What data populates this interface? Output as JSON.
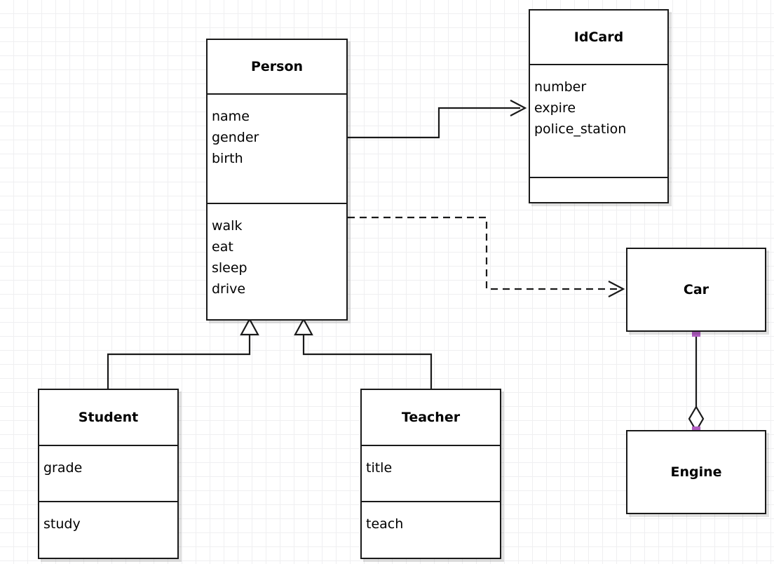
{
  "diagram": {
    "type": "uml-class-diagram",
    "background": "#ffffff",
    "grid_color": "#efeff1",
    "line_color": "#1a1a1a",
    "endpoint_marker_color": "#b05cc0",
    "classes": [
      {
        "id": "person",
        "name": "Person",
        "attributes": [
          "name",
          "gender",
          "birth"
        ],
        "operations": [
          "walk",
          "eat",
          "sleep",
          "drive"
        ]
      },
      {
        "id": "idcard",
        "name": "IdCard",
        "attributes": [
          "number",
          "expire",
          "police_station"
        ],
        "operations": []
      },
      {
        "id": "student",
        "name": "Student",
        "attributes": [
          "grade"
        ],
        "operations": [
          "study"
        ]
      },
      {
        "id": "teacher",
        "name": "Teacher",
        "attributes": [
          "title"
        ],
        "operations": [
          "teach"
        ]
      },
      {
        "id": "car",
        "name": "Car",
        "attributes": [],
        "operations": []
      },
      {
        "id": "engine",
        "name": "Engine",
        "attributes": [],
        "operations": []
      }
    ],
    "relationships": [
      {
        "id": "person-idcard",
        "kind": "association",
        "from": "person",
        "to": "idcard",
        "style": "solid",
        "arrowhead": "open-arrow"
      },
      {
        "id": "person-car",
        "kind": "dependency",
        "from": "person",
        "to": "car",
        "style": "dashed",
        "arrowhead": "open-arrow"
      },
      {
        "id": "student-person",
        "kind": "generalization",
        "from": "student",
        "to": "person",
        "style": "solid",
        "arrowhead": "hollow-triangle"
      },
      {
        "id": "teacher-person",
        "kind": "generalization",
        "from": "teacher",
        "to": "person",
        "style": "solid",
        "arrowhead": "hollow-triangle"
      },
      {
        "id": "car-engine",
        "kind": "aggregation",
        "from": "car",
        "to": "engine",
        "style": "solid",
        "arrowhead": "hollow-diamond"
      }
    ]
  }
}
